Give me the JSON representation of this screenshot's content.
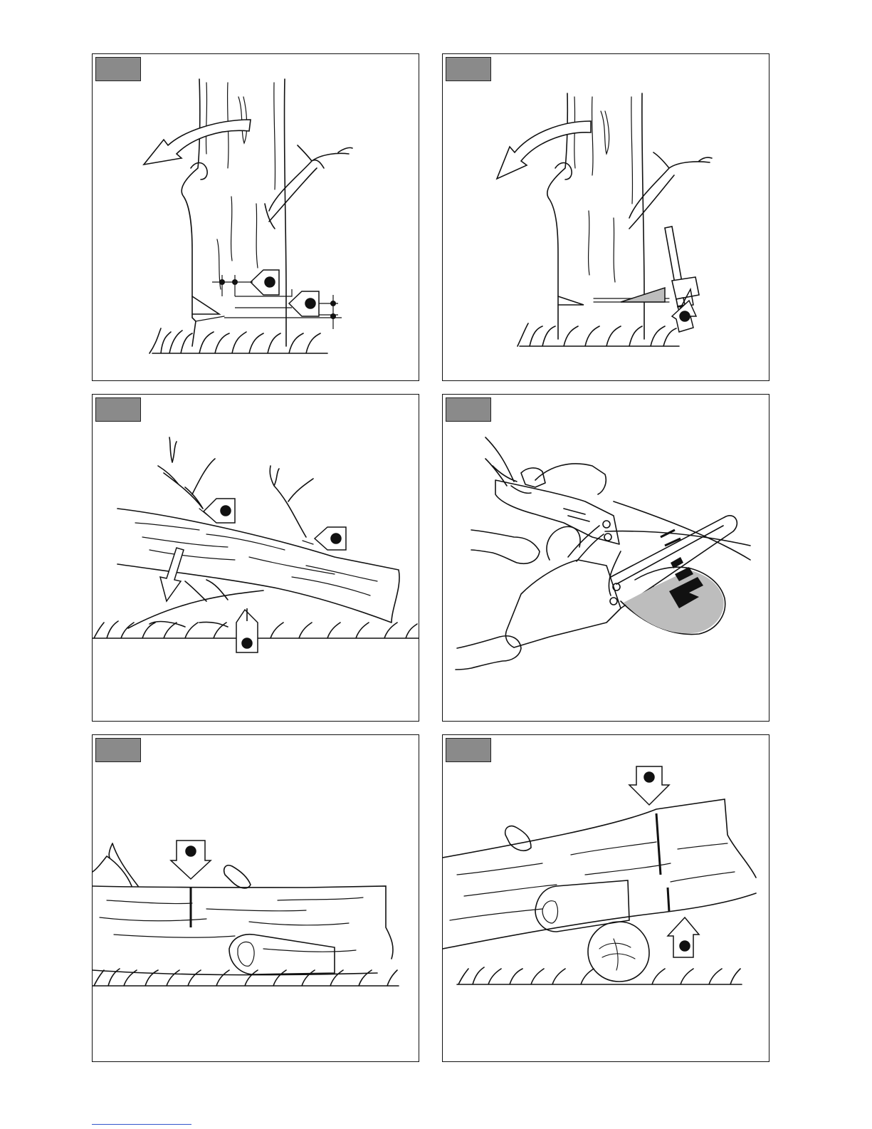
{
  "document": {
    "panels": [
      {
        "id": "p1",
        "tag": ""
      },
      {
        "id": "p2",
        "tag": ""
      },
      {
        "id": "p3",
        "tag": ""
      },
      {
        "id": "p4",
        "tag": ""
      },
      {
        "id": "p5",
        "tag": ""
      },
      {
        "id": "p6",
        "tag": ""
      }
    ],
    "colors": {
      "ink": "#111111",
      "tag": "#8a8a8a",
      "shade": "#bdbdbd",
      "link": "#3355cc"
    }
  }
}
